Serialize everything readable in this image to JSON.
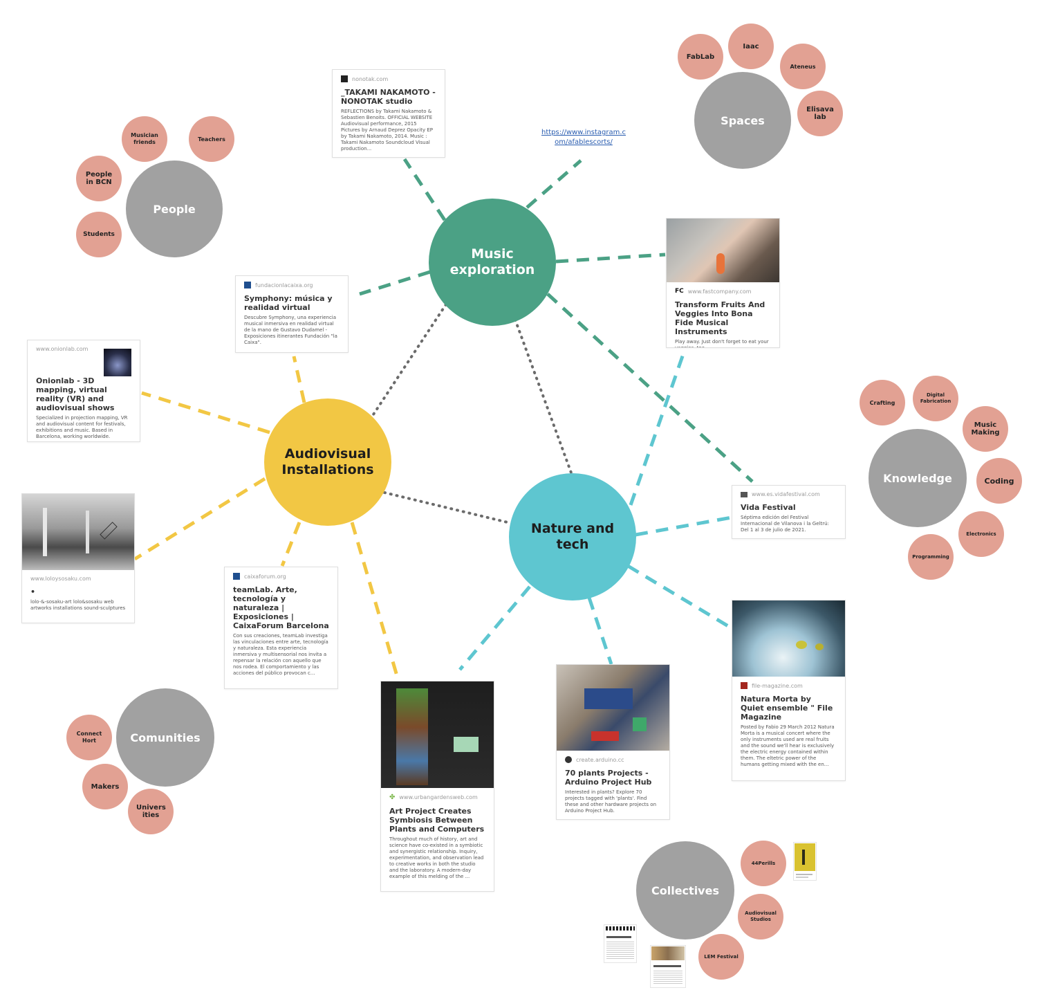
{
  "hubs": {
    "music": "Music exploration",
    "audiovisual": "Audiovisual Installations",
    "nature": "Nature and tech"
  },
  "spaces": {
    "hub": "Spaces",
    "items": [
      "FabLab",
      "Iaac",
      "Ateneus",
      "Elisava lab"
    ]
  },
  "people": {
    "hub": "People",
    "items": [
      "Musician friends",
      "Teachers",
      "People in BCN",
      "Students"
    ]
  },
  "knowledge": {
    "hub": "Knowledge",
    "items": [
      "Crafting",
      "Digital Fabrication",
      "Music Making",
      "Coding",
      "Electronics",
      "Programming"
    ]
  },
  "communities": {
    "hub": "Comunities",
    "items": [
      "Connect Hort",
      "Makers",
      "Univers ities"
    ]
  },
  "collectives": {
    "hub": "Collectives",
    "items": [
      "44Perills",
      "Audiovisual Studios",
      "LEM Festival"
    ]
  },
  "instagram_link": "https://www.instagram.com/afablescorts/",
  "cards": {
    "nonotak": {
      "source": "nonotak.com",
      "title": "_TAKAMI NAKAMOTO - NONOTAK studio",
      "desc": "REFLECTIONS by Takami Nakamoto & Sebastien Benoits. OFFICIAL WEBSITE  Audiovisual performance, 2015 Pictures by Arnaud Deprez Opacity EP by Takami Nakamoto, 2014.  Music : Takami Nakamoto Soundcloud Visual production..."
    },
    "symphony": {
      "source": "fundacionlacaixa.org",
      "title": "Symphony: música y realidad virtual",
      "desc": "Descubre Symphony, una experiencia musical inmersiva en realidad virtual de la mano de Gustavo Dudamel - Exposiciones itinerantes Fundación \"la Caixa\"."
    },
    "fastcompany": {
      "source": "www.fastcompany.com",
      "title": "Transform Fruits And Veggies Into Bona Fide Musical Instruments",
      "desc": "Play away. Just don't forget to eat your veggies, too."
    },
    "onionlab": {
      "source": "www.onionlab.com",
      "title": "Onionlab - 3D mapping, virtual reality (VR) and audiovisual shows",
      "desc": "Specialized in projection mapping, VR and audiovisual content for festivals, exhibitions and music. Based in Barcelona, working worldwide."
    },
    "loloysosaku": {
      "source": "www.loloysosaku.com",
      "title": "•",
      "desc": "lolo-&-sosaku-art lolo&sosaku web artworks installations sound-sculptures"
    },
    "teamlab": {
      "source": "caixaforum.org",
      "title": "teamLab. Arte, tecnología y naturaleza | Exposiciones | CaixaForum Barcelona",
      "desc": "Con sus creaciones, teamLab investiga las vinculaciones entre arte, tecnología y naturaleza. Esta experiencia inmersiva y multisensorial nos invita a repensar la relación con aquello que nos rodea. El comportamiento y las acciones del público provocan c..."
    },
    "vida": {
      "source": "www.es.vidafestival.com",
      "title": "Vida Festival",
      "desc": "Séptima edición del Festival Internacional de Vilanova i la Geltrú: Del 1 al 3 de julio de 2021."
    },
    "urbangardens": {
      "source": "www.urbangardensweb.com",
      "title": "Art Project Creates Symbiosis Between Plants and Computers",
      "desc": "Throughout much of history, art and science have co-existed in a symbiotic and synergistic relationship. Inquiry, experimentation, and observation lead to creative works in both the studio and the laboratory. A modern-day example of this melding of the ..."
    },
    "arduino": {
      "source": "create.arduino.cc",
      "title": "70 plants Projects - Arduino Project Hub",
      "desc": "Interested in plants? Explore 70 projects tagged with 'plants'. Find these and other hardware projects on Arduino Project Hub."
    },
    "filemag": {
      "source": "file-magazine.com",
      "title": "Natura Morta by Quiet ensemble \" File Magazine",
      "desc": "Posted by Fabio 29 March 2012 Natura Morta is a musical concert where the only instruments used are real fruits and the sound we'll hear is exclusively the electric energy contained within them. The eltetric power of the humans getting mixed with the en..."
    }
  },
  "colors": {
    "music": "#4ba185",
    "audiovisual": "#f2c744",
    "nature": "#5ec6d0",
    "gray": "#a1a1a1",
    "pink": "#e2a193",
    "dotted": "#6b6b6b"
  }
}
